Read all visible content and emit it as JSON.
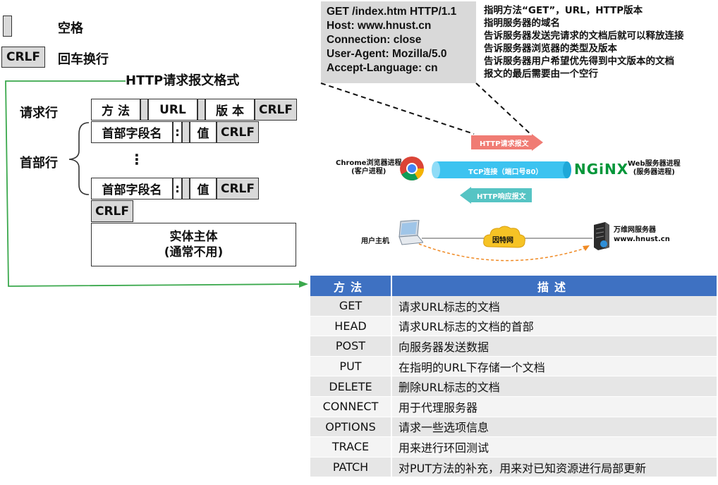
{
  "legend": {
    "space_label": "空格",
    "crlf_box": "CRLF",
    "crlf_label": "回车换行"
  },
  "format": {
    "title": "HTTP请求报文格式",
    "request_line_label": "请求行",
    "header_line_label": "首部行",
    "method": "方 法",
    "url": "URL",
    "version": "版 本",
    "crlf": "CRLF",
    "field_name": "首部字段名",
    "colon": ":",
    "value": "值",
    "ellipsis": "⋮",
    "body_line1": "实体主体",
    "body_line2": "(通常不用)"
  },
  "request_example": {
    "lines": [
      "GET /index.htm HTTP/1.1",
      "Host: www.hnust.cn",
      "Connection: close",
      "User-Agent: Mozilla/5.0",
      "Accept-Language: cn"
    ],
    "annotations": [
      "指明方法“GET”，URL，HTTP版本",
      "指明服务器的域名",
      "告诉服务器发送完请求的文档后就可以释放连接",
      "告诉服务器浏览器的类型及版本",
      "告诉服务器用户希望优先得到中文版本的文档",
      "报文的最后需要由一个空行"
    ]
  },
  "network": {
    "request_arrow": "HTTP请求报文",
    "response_arrow": "HTTP响应报文",
    "tcp": "TCP连接（端口号80）",
    "client_line1": "Chrome浏览器进程",
    "client_line2": "(客户进程)",
    "nginx_logo": "NGiNX",
    "server_line1": "Web服务器进程",
    "server_line2": "(服务器进程)",
    "host_label": "用户主机",
    "internet_label": "因特网",
    "server_host_line1": "万维网服务器",
    "server_host_line2": "www.hnust.cn",
    "colors": {
      "request": "#f07c74",
      "tcp": "#3cc3f0",
      "response": "#56c4c4",
      "nginx": "#009639"
    }
  },
  "methods_table": {
    "headers": [
      "方法",
      "描述"
    ],
    "rows": [
      [
        "GET",
        "请求URL标志的文档"
      ],
      [
        "HEAD",
        "请求URL标志的文档的首部"
      ],
      [
        "POST",
        "向服务器发送数据"
      ],
      [
        "PUT",
        "在指明的URL下存储一个文档"
      ],
      [
        "DELETE",
        "删除URL标志的文档"
      ],
      [
        "CONNECT",
        "用于代理服务器"
      ],
      [
        "OPTIONS",
        "请求一些选项信息"
      ],
      [
        "TRACE",
        "用来进行环回测试"
      ],
      [
        "PATCH",
        "对PUT方法的补充，用来对已知资源进行局部更新"
      ]
    ],
    "header_color": "#3e71c2"
  }
}
